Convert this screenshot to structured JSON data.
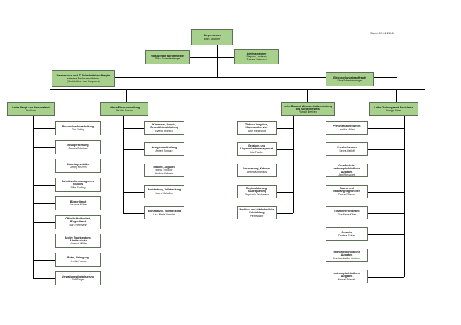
{
  "stand": "Stand: 01.01.2026",
  "top": {
    "mayor": {
      "title": "Bürgermeister",
      "name": "Mark Strübner"
    },
    "deputy": {
      "title": "Vorsitzender Bürgermeister",
      "name": "Silke Schenkenberger"
    },
    "admin": {
      "title": "Administratoren",
      "name1": "Stephan Laubertz",
      "name2": "Thomas Schubert"
    },
    "dpo": {
      "title": "Datenschutz- und IT-Sicherheitsbeauftragter",
      "name1": "externes Rechtsanwaltsbüro",
      "name2": "(Kontakt über das Hauptamt)"
    },
    "equality": {
      "title": "Gleichstellungsbeauftragte",
      "name": "Silke Schenkenberger"
    }
  },
  "departments": [
    {
      "title": "Leiter Haupt- und Personalamt",
      "name": "Jan Ilmer"
    },
    {
      "title": "Leiterin Finanzverwaltung",
      "name": "Christin Franke"
    },
    {
      "title": "Leiter Bauamt, Abwesenheitsvertretung des Bürgermeisters",
      "name": "Ronald Beelzen"
    },
    {
      "title": "Leiter Ordnungsamt, Realstraße",
      "name": "George Giese"
    }
  ],
  "col1": [
    {
      "title": "Personalsachbearbeitung",
      "name": "Tim Körting"
    },
    {
      "title": "Bezügerechnung",
      "name": "Sandra Schubert"
    },
    {
      "title": "Kindertagesstätten",
      "name": "Denny Krumm"
    },
    {
      "title": "Schnittstellenmanagement Soziales",
      "name": "Silke Serfling"
    },
    {
      "title": "Bürgerdienst",
      "name": "Susanne Müller"
    },
    {
      "title": "Öffentlichkeitsarbeit, Bürgerdienst",
      "name": "Mark Herrmann"
    },
    {
      "title": "Archiv, Beurkundung, Arbeitsschutz",
      "name": "Vanessa Wilde"
    },
    {
      "title": "Boten, Reinigung",
      "name": "Kerstin Franke"
    },
    {
      "title": "Verwaltungsdigitalisierung",
      "name": "Ralf Torger"
    }
  ],
  "col2": [
    {
      "title": "Kämmerei, Doppik, Geschäftsbuchhaltung",
      "name": "Evelyn Fröhlich"
    },
    {
      "title": "Anlagenbuchhaltung",
      "name": "Annett Schulze"
    },
    {
      "title": "Steuern, Abgaben",
      "name1": "Ilonka Theodor",
      "name2": "Andrea Kubasik"
    },
    {
      "title": "Buchhaltung, Vollstreckung",
      "name": "Laura Kallaffen"
    },
    {
      "title": "Buchhaltung, Vollstreckung",
      "name": "Lisa-Marie Wendler"
    }
  ],
  "col3": [
    {
      "title": "Tiefbau, Vergaben, Kommunalservice",
      "name": "Antje Rehknecht"
    },
    {
      "title": "Gebäude- und Liegenschaftsmanagement",
      "name": "Ute Franke"
    },
    {
      "title": "Vermessung, Kataster",
      "name": "Linford Kirnowsky"
    },
    {
      "title": "Regionalplanung, Bauleitplanung",
      "name": "Stephanie Teichmann"
    },
    {
      "title": "Hochbau und städtebauliche Entwicklung",
      "name": "Pierre Apler"
    }
  ],
  "col4": [
    {
      "title": "Personenstandswesen",
      "name": "Jenifer Müller"
    },
    {
      "title": "Friedhofswesen",
      "name": "Selina Detloff"
    },
    {
      "title": "Grundschutz, ordnungsbehördliche Aufgaben",
      "name": "Jan Wieczorek"
    },
    {
      "title": "Bauen- und Naturangelegenheiten",
      "name": "Conrad Wiesse"
    },
    {
      "title": "Einwohnermeldeamt",
      "name": "Elke Marie Kilian"
    },
    {
      "title": "Gewerbe",
      "name": "Daniela Seißer"
    },
    {
      "title": "ordnungsbehördliche Aufgaben",
      "name": "Jessica-Nadine Ordbner"
    },
    {
      "title": "ordnungsbehördliche Aufgaben",
      "name": "Marcel Schwab"
    }
  ]
}
